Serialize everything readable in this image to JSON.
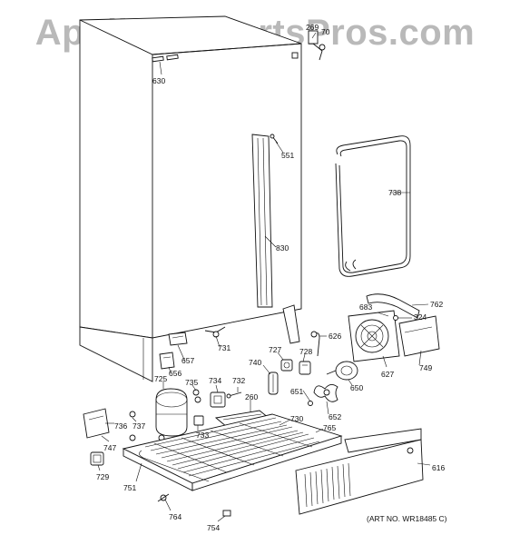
{
  "watermark": "AppliancePartsPros.com",
  "art_number": "(ART NO. WR18485 C)",
  "callouts": {
    "c269": "269",
    "c70": "70",
    "c630": "630",
    "c551": "551",
    "c738": "738",
    "c830": "830",
    "c762": "762",
    "c683": "683",
    "c324": "324",
    "c626": "626",
    "c731": "731",
    "c657": "657",
    "c656": "656",
    "c727": "727",
    "c728": "728",
    "c740": "740",
    "c627": "627",
    "c749": "749",
    "c725": "725",
    "c735": "735",
    "c734": "734",
    "c732": "732",
    "c651": "651",
    "c650": "650",
    "c652": "652",
    "c260": "260",
    "c730": "730",
    "c765": "765",
    "c736": "736",
    "c737": "737",
    "c733": "733",
    "c747": "747",
    "c729": "729",
    "c751": "751",
    "c616": "616",
    "c764": "764",
    "c754": "754"
  }
}
